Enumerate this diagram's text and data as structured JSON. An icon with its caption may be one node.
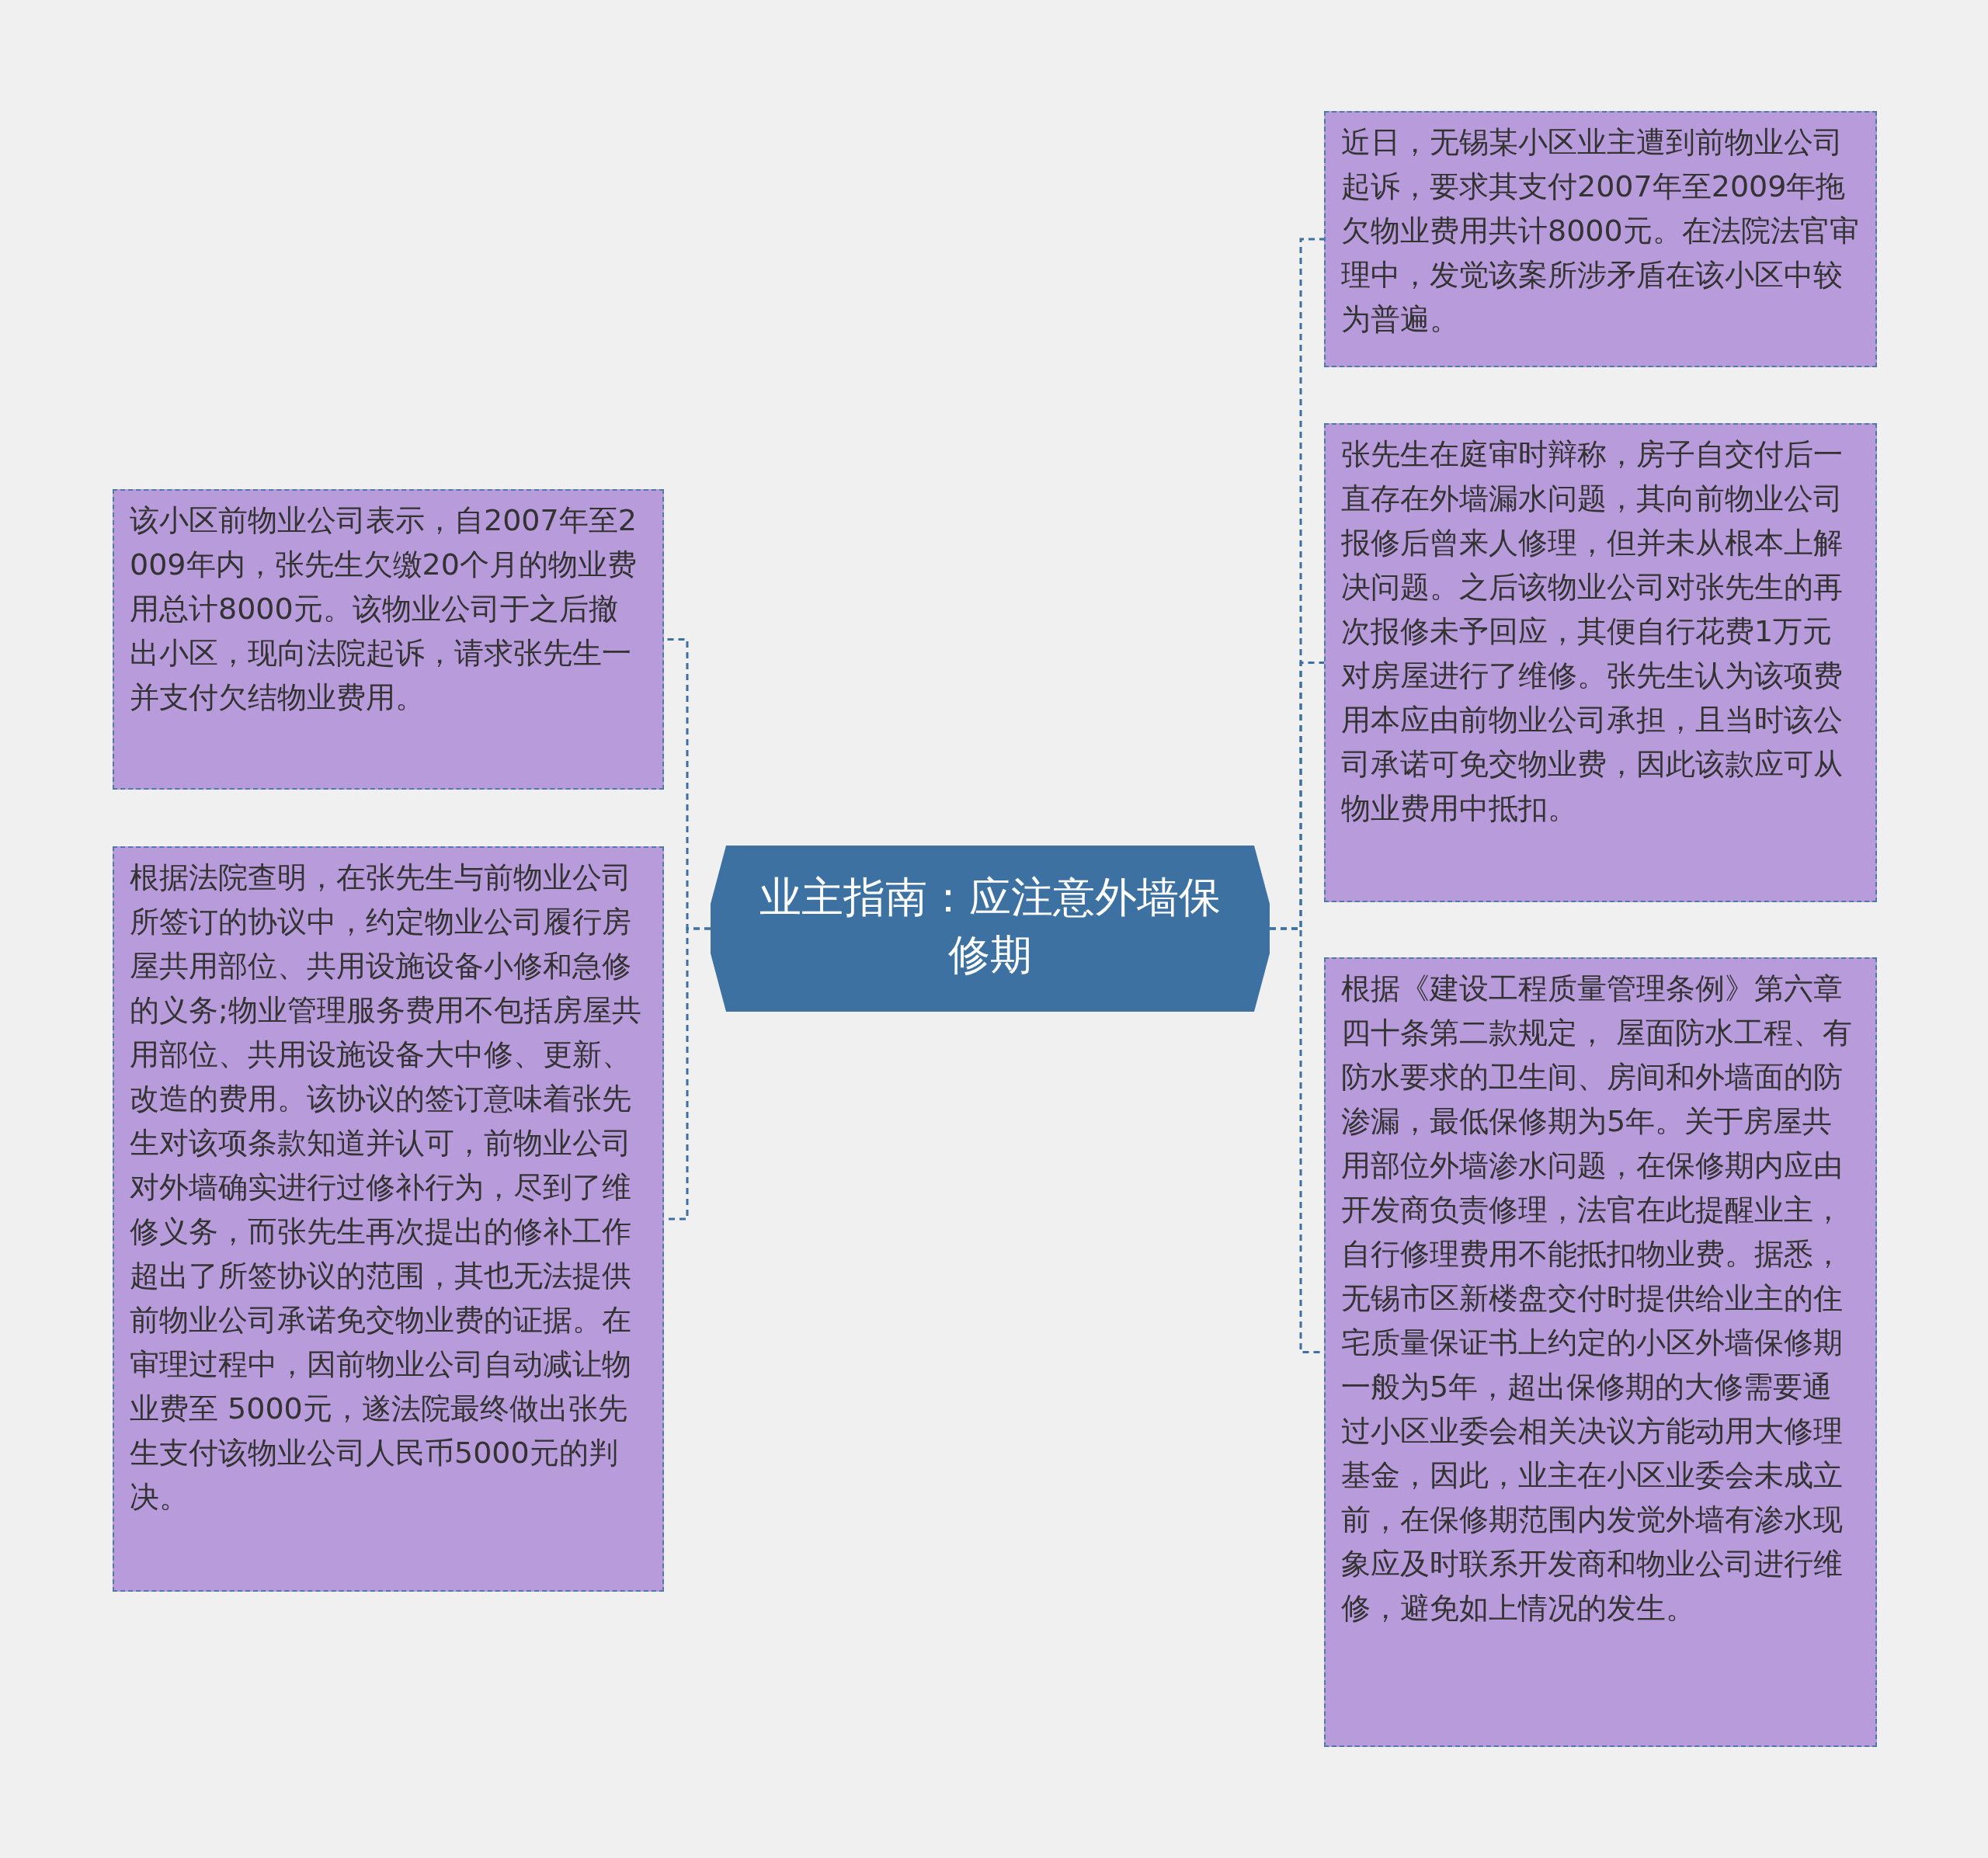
{
  "diagram": {
    "nodes": [
      {
        "text": [
          "业主指南：应注意外墙保修期"
        ]
      },
      {
        "text": [
          "该小区前物业公司表示，自2007年至2009年内，张先生欠缴20个月的物业费用总计8000元。该物业公司于之后撤出小区，现向法院起诉，请求张先生一并支付欠结物业费用。"
        ]
      },
      {
        "text": [
          "根据法院查明，在张先生与前物业公司所签订的协议中，约定物业公司履行房屋共用部位、共用设施设备小修和急修的义务;物业管理服务费用不包括房屋共用部位、共用设施设备大中修、更新、改造的费用。该协议的签订意味着张先生对该项条款知道并认可，前物业公司对外墙确实进行过修补行为，尽到了维修义务，而张先生再次提出的修补工作超出了所签协议的范围，其也无法提供前物业公司承诺免交物业费的证据。在审理过程中，因前物业公司自动减让物业费至 5000元，遂法院最终做出张先生支付该物业公司人民币5000元的判决。"
        ]
      },
      {
        "text": [
          "近日，无锡某小区业主遭到前物业公司起诉，要求其支付2007年至2009年拖欠物业费用共计8000元。在法院法官审理中，发觉该案所涉矛盾在该小区中较为普遍。"
        ]
      },
      {
        "text": [
          "张先生在庭审时辩称，房子自交付后一直存在外墙漏水问题，其向前物业公司报修后曾来人修理，但并未从根本上解决问题。之后该物业公司对张先生的再次报修未予回应，其便自行花费1万元对房屋进行了维修。张先生认为该项费用本应由前物业公司承担，且当时该公司承诺可免交物业费，因此该款应可从物业费用中抵扣。"
        ]
      },
      {
        "text": [
          "根据《建设工程质量管理条例》第六章四十条第二款规定， 屋面防水工程、有防水要求的卫生间、房间和外墙面的防渗漏，最低保修期为5年。关于房屋共用部位外墙渗水问题，在保修期内应由开发商负责修理，法官在此提醒业主，自行修理费用不能抵扣物业费。据悉，无锡市区新楼盘交付时提供给业主的住宅质量保证书上约定的小区外墙保修期一般为5年，超出保修期的大修需要通过小区业委会相关决议方能动用大修理基金，因此，业主在小区业委会未成立前，在保修期范围内发觉外墙有渗水现象应及时联系开发商和物业公司进行维修，避免如上情况的发生。"
        ]
      }
    ],
    "edges": [
      {
        "from": 0,
        "to": 1,
        "arrow": "none",
        "style": "dashed"
      },
      {
        "from": 0,
        "to": 2,
        "arrow": "none",
        "style": "dashed"
      },
      {
        "from": 0,
        "to": 3,
        "arrow": "none",
        "style": "dashed"
      },
      {
        "from": 0,
        "to": 4,
        "arrow": "none",
        "style": "dashed"
      },
      {
        "from": 0,
        "to": 5,
        "arrow": "none",
        "style": "dashed"
      }
    ]
  }
}
